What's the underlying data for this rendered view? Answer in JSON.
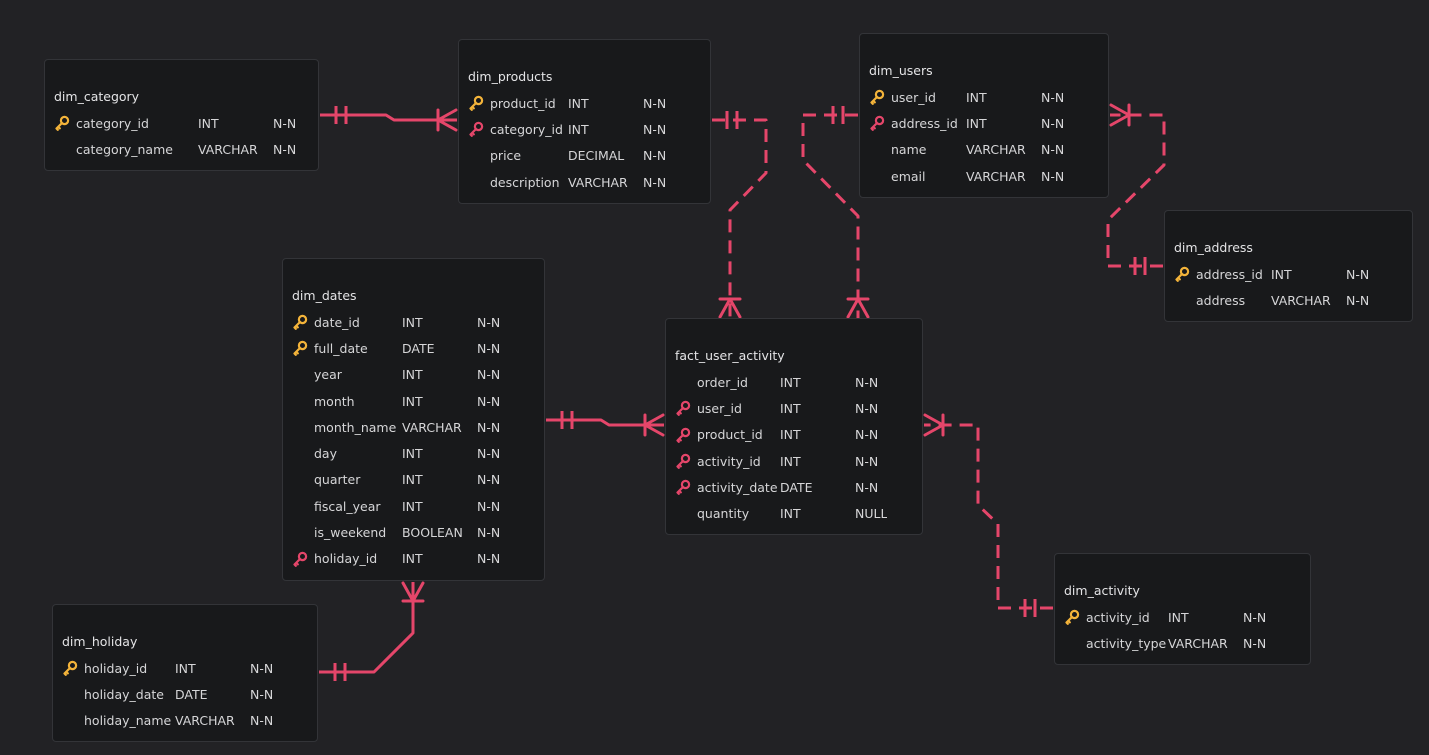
{
  "diagram": {
    "colors": {
      "background": "#222225",
      "card": "#18191b",
      "border": "#333438",
      "edge": "#e5466a",
      "primary_key": "#f4b43a",
      "foreign_key": "#e5466a"
    },
    "entities": [
      {
        "id": "dim_category",
        "title": "dim_category",
        "columns": [
          {
            "name": "category_id",
            "type": "INT",
            "nullability": "N-N",
            "key": "primary"
          },
          {
            "name": "category_name",
            "type": "VARCHAR",
            "nullability": "N-N",
            "key": "none"
          }
        ]
      },
      {
        "id": "dim_products",
        "title": "dim_products",
        "columns": [
          {
            "name": "product_id",
            "type": "INT",
            "nullability": "N-N",
            "key": "primary"
          },
          {
            "name": "category_id",
            "type": "INT",
            "nullability": "N-N",
            "key": "foreign"
          },
          {
            "name": "price",
            "type": "DECIMAL",
            "nullability": "N-N",
            "key": "none"
          },
          {
            "name": "description",
            "type": "VARCHAR",
            "nullability": "N-N",
            "key": "none"
          }
        ]
      },
      {
        "id": "dim_users",
        "title": "dim_users",
        "columns": [
          {
            "name": "user_id",
            "type": "INT",
            "nullability": "N-N",
            "key": "primary"
          },
          {
            "name": "address_id",
            "type": "INT",
            "nullability": "N-N",
            "key": "foreign"
          },
          {
            "name": "name",
            "type": "VARCHAR",
            "nullability": "N-N",
            "key": "none"
          },
          {
            "name": "email",
            "type": "VARCHAR",
            "nullability": "N-N",
            "key": "none"
          }
        ]
      },
      {
        "id": "dim_address",
        "title": "dim_address",
        "columns": [
          {
            "name": "address_id",
            "type": "INT",
            "nullability": "N-N",
            "key": "primary"
          },
          {
            "name": "address",
            "type": "VARCHAR",
            "nullability": "N-N",
            "key": "none"
          }
        ]
      },
      {
        "id": "dim_dates",
        "title": "dim_dates",
        "columns": [
          {
            "name": "date_id",
            "type": "INT",
            "nullability": "N-N",
            "key": "primary"
          },
          {
            "name": "full_date",
            "type": "DATE",
            "nullability": "N-N",
            "key": "primary"
          },
          {
            "name": "year",
            "type": "INT",
            "nullability": "N-N",
            "key": "none"
          },
          {
            "name": "month",
            "type": "INT",
            "nullability": "N-N",
            "key": "none"
          },
          {
            "name": "month_name",
            "type": "VARCHAR",
            "nullability": "N-N",
            "key": "none"
          },
          {
            "name": "day",
            "type": "INT",
            "nullability": "N-N",
            "key": "none"
          },
          {
            "name": "quarter",
            "type": "INT",
            "nullability": "N-N",
            "key": "none"
          },
          {
            "name": "fiscal_year",
            "type": "INT",
            "nullability": "N-N",
            "key": "none"
          },
          {
            "name": "is_weekend",
            "type": "BOOLEAN",
            "nullability": "N-N",
            "key": "none"
          },
          {
            "name": "holiday_id",
            "type": "INT",
            "nullability": "N-N",
            "key": "foreign"
          }
        ]
      },
      {
        "id": "fact_user_activity",
        "title": "fact_user_activity",
        "columns": [
          {
            "name": "order_id",
            "type": "INT",
            "nullability": "N-N",
            "key": "none"
          },
          {
            "name": "user_id",
            "type": "INT",
            "nullability": "N-N",
            "key": "foreign"
          },
          {
            "name": "product_id",
            "type": "INT",
            "nullability": "N-N",
            "key": "foreign"
          },
          {
            "name": "activity_id",
            "type": "INT",
            "nullability": "N-N",
            "key": "foreign"
          },
          {
            "name": "activity_date",
            "type": "DATE",
            "nullability": "N-N",
            "key": "foreign"
          },
          {
            "name": "quantity",
            "type": "INT",
            "nullability": "NULL",
            "key": "none"
          }
        ]
      },
      {
        "id": "dim_holiday",
        "title": "dim_holiday",
        "columns": [
          {
            "name": "holiday_id",
            "type": "INT",
            "nullability": "N-N",
            "key": "primary"
          },
          {
            "name": "holiday_date",
            "type": "DATE",
            "nullability": "N-N",
            "key": "none"
          },
          {
            "name": "holiday_name",
            "type": "VARCHAR",
            "nullability": "N-N",
            "key": "none"
          }
        ]
      },
      {
        "id": "dim_activity",
        "title": "dim_activity",
        "columns": [
          {
            "name": "activity_id",
            "type": "INT",
            "nullability": "N-N",
            "key": "primary"
          },
          {
            "name": "activity_type",
            "type": "VARCHAR",
            "nullability": "N-N",
            "key": "none"
          }
        ]
      }
    ],
    "relationships": [
      {
        "from": "dim_category",
        "to": "dim_products",
        "from_cardinality": "one",
        "to_cardinality": "many",
        "line": "solid"
      },
      {
        "from": "dim_products",
        "to": "fact_user_activity",
        "from_cardinality": "one",
        "to_cardinality": "many",
        "line": "dashed"
      },
      {
        "from": "dim_users",
        "to": "fact_user_activity",
        "from_cardinality": "one",
        "to_cardinality": "many",
        "line": "dashed"
      },
      {
        "from": "dim_address",
        "to": "dim_users",
        "from_cardinality": "one",
        "to_cardinality": "many",
        "line": "dashed"
      },
      {
        "from": "dim_dates",
        "to": "fact_user_activity",
        "from_cardinality": "one",
        "to_cardinality": "many",
        "line": "solid"
      },
      {
        "from": "dim_activity",
        "to": "fact_user_activity",
        "from_cardinality": "one",
        "to_cardinality": "many",
        "line": "dashed"
      },
      {
        "from": "dim_holiday",
        "to": "dim_dates",
        "from_cardinality": "one",
        "to_cardinality": "many",
        "line": "solid"
      }
    ]
  }
}
